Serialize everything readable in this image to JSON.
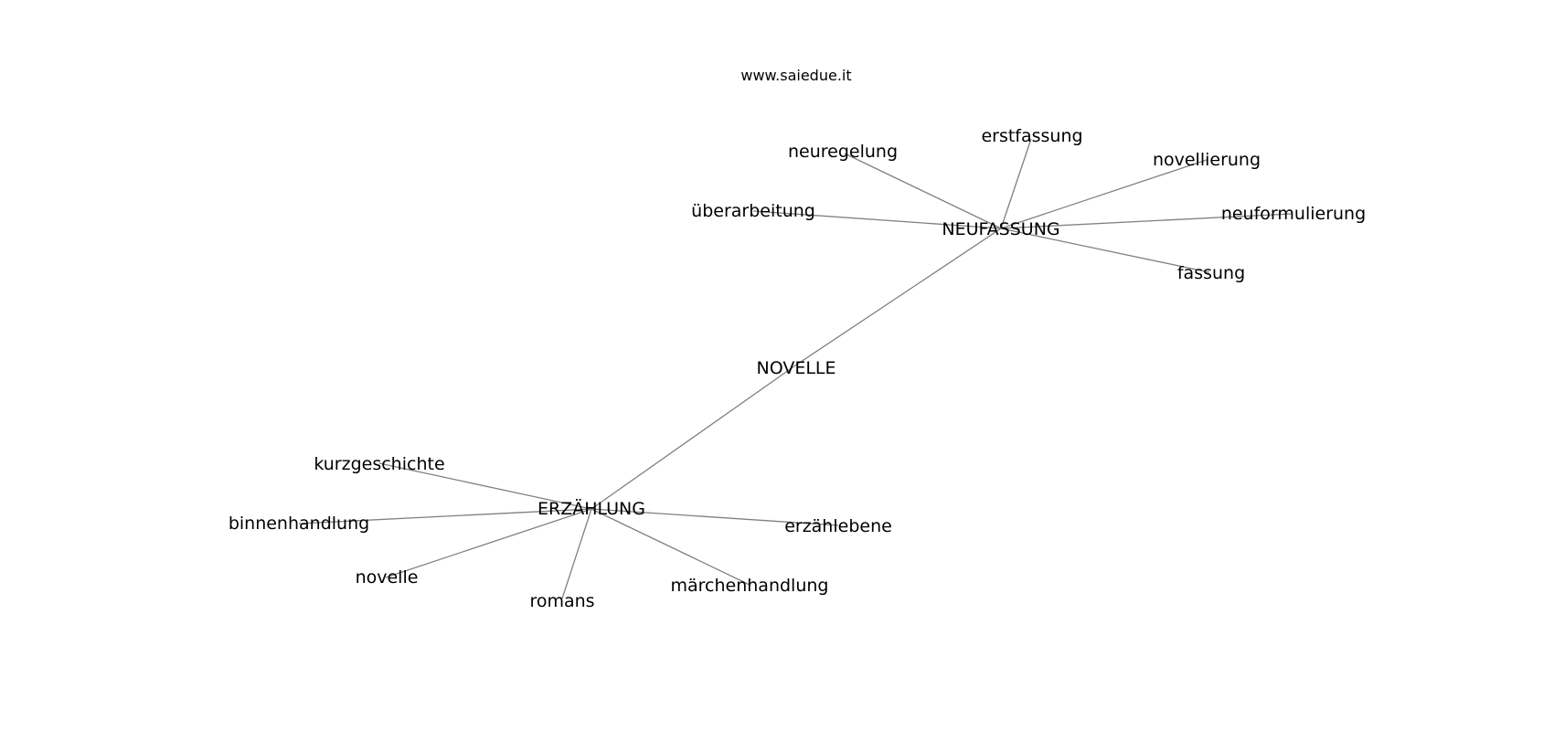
{
  "watermark": "www.saiedue.it",
  "graph": {
    "center": "NOVELLE",
    "hubs": {
      "upper": "NEUFASSUNG",
      "lower": "ERZÄHLUNG"
    },
    "upper_leaves": {
      "erstfassung": "erstfassung",
      "neuregelung": "neuregelung",
      "novellierung": "novellierung",
      "ueberarbeitung": "überarbeitung",
      "neuformulierung": "neuformulierung",
      "fassung": "fassung"
    },
    "lower_leaves": {
      "kurzgeschichte": "kurzgeschichte",
      "binnenhandlung": "binnenhandlung",
      "novelle": "novelle",
      "romans": "romans",
      "maerchenhandlung": "märchenhandlung",
      "erzaehlebene": "erzählebene"
    }
  },
  "colors": {
    "edge": "#808080",
    "text": "#000000",
    "background": "#ffffff"
  }
}
